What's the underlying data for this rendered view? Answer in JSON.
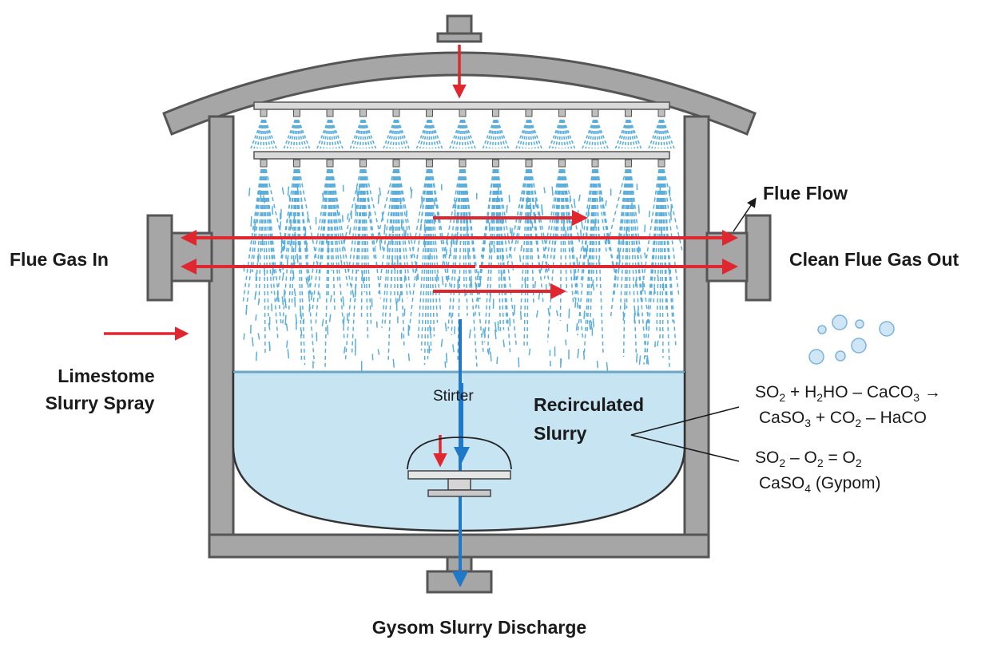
{
  "labels": {
    "flue_gas_in": "Flue Gas In",
    "clean_flue_gas_out": "Clean Flue Gas Out",
    "flue_flow": "Flue Flow",
    "limestone_spray_line1": "Limestome",
    "limestone_spray_line2": "Slurry Spray",
    "recirculated_line1": "Recirculated",
    "recirculated_line2": "Slurry",
    "stirrer": "Stirter",
    "discharge": "Gysom Slurry Discharge"
  },
  "equations": {
    "eq1_line1": {
      "p1": "SO",
      "s1": "2",
      "p2": " + H",
      "s2": "2",
      "p3": "HO – CaCO",
      "s3": "3",
      "p4": " →"
    },
    "eq1_line2": {
      "p1": "CaSO",
      "s1": "3",
      "p2": " + CO",
      "s2": "2",
      "p3": " – HaCO"
    },
    "eq2_line1": {
      "p1": "SO",
      "s1": "2",
      "p2": " – O",
      "s2": "2",
      "p3": " = O",
      "s3": "2"
    },
    "eq2_line2": {
      "p1": "CaSO",
      "s1": "4",
      "p2": " (Gypom)"
    }
  },
  "colors": {
    "vessel": "#a6a6a6",
    "vessel_stroke": "#555555",
    "slurry": "#c7e4f3",
    "spray": "#5aaedc",
    "gas_arrow": "#e0262f",
    "discharge_arrow": "#1f78c8"
  },
  "nozzle_count": 13
}
